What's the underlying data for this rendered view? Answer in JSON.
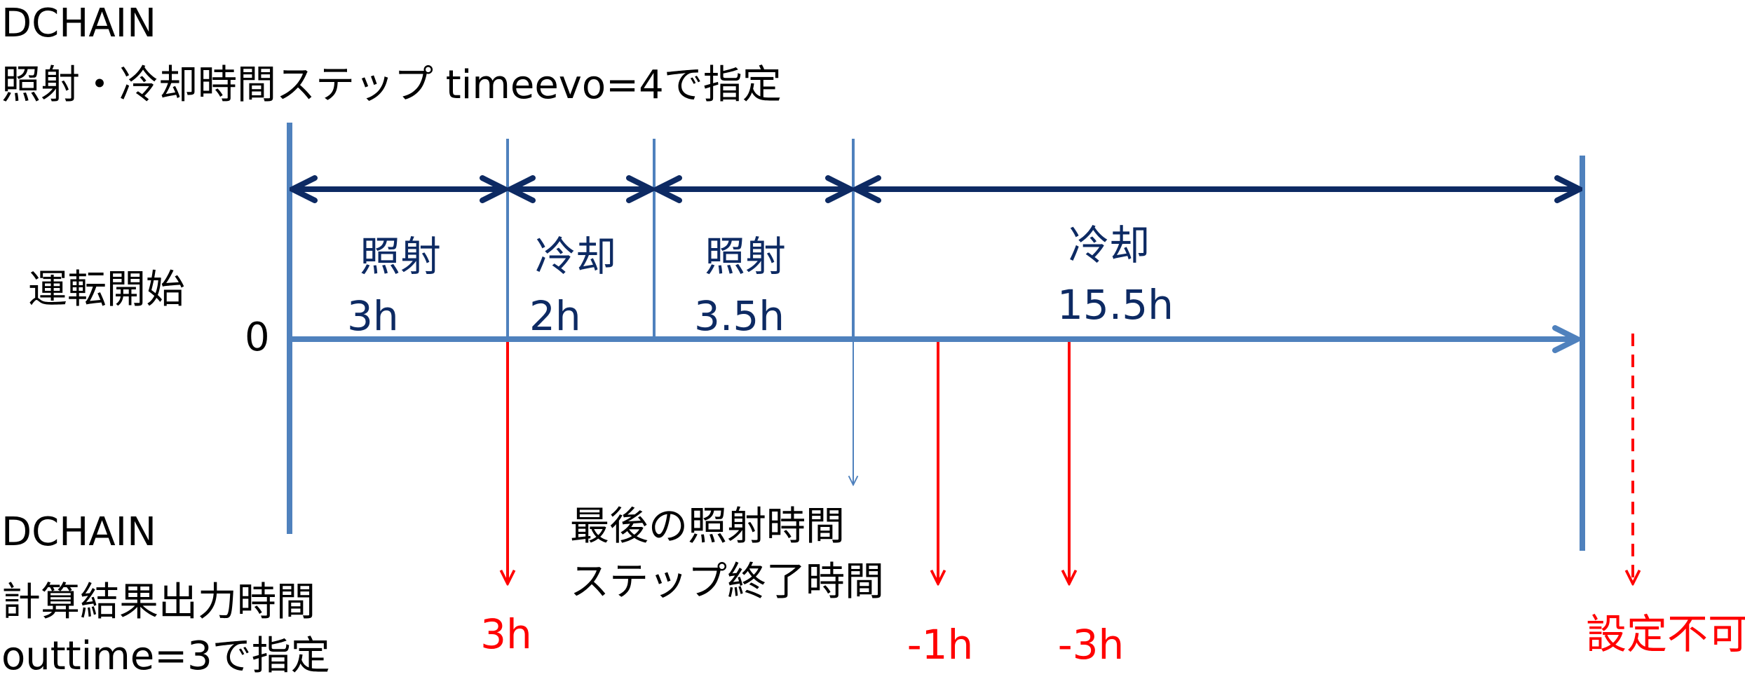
{
  "header": {
    "line1": "DCHAIN",
    "line2": "照射・冷却時間ステップ timeevo=4で指定"
  },
  "axis": {
    "start_label": "運転開始",
    "zero_label": "0"
  },
  "intervals": [
    {
      "kind": "照射",
      "duration": "3h"
    },
    {
      "kind": "冷却",
      "duration": "2h"
    },
    {
      "kind": "照射",
      "duration": "3.5h"
    },
    {
      "kind": "冷却",
      "duration": "15.5h"
    }
  ],
  "last_step_note": {
    "line1": "最後の照射時間",
    "line2": "ステップ終了時間"
  },
  "output_times": {
    "label1": "3h",
    "label2": "-1h",
    "label3": "-3h",
    "not_allowed": "設定不可"
  },
  "footer": {
    "line1": "DCHAIN",
    "line2": "計算結果出力時間",
    "line3": "outtime=3で指定"
  },
  "colors": {
    "navy": "#0d2a63",
    "blue": "#4f81bd",
    "red": "#ff0000"
  }
}
